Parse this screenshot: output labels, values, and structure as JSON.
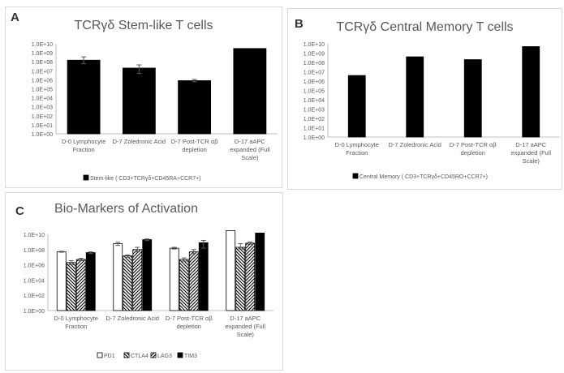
{
  "panels": [
    {
      "label": "A",
      "title": "TCRγδ Stem-like T cells"
    },
    {
      "label": "B",
      "title": "TCRγδ Central Memory T cells"
    },
    {
      "label": "C",
      "title": "Bio-Markers of Activation"
    }
  ],
  "chart_data": [
    {
      "type": "bar",
      "title": "TCRγδ Stem-like T cells",
      "y_scale": "log10",
      "ylim": [
        1,
        10000000000
      ],
      "yticks": [
        "1.0E+10",
        "1.0E+09",
        "1.0E+08",
        "1.0E+07",
        "1.0E+06",
        "1.0E+05",
        "1.0E+04",
        "1.0E+03",
        "1.0E+02",
        "1.0E+01",
        "1.0E+00"
      ],
      "categories": [
        [
          "D-0 Lymphocyte",
          "Fraction"
        ],
        [
          "D-7 Zoledronic   Acid"
        ],
        [
          "D-7 Post-TCR αβ",
          "depletion"
        ],
        [
          "D-17 aAPC",
          "expanded (Full",
          "Scale)"
        ]
      ],
      "series": [
        {
          "name": "Stem-like ( CD3+TCRγδ+CD45RA+CCR7+)",
          "color": "#000000",
          "values": [
            150000000,
            20000000,
            800000,
            3000000000
          ],
          "err_high": [
            350000000,
            45000000,
            1100000,
            3000000000
          ],
          "err_low": [
            60000000,
            5000000,
            600000,
            3000000000
          ]
        }
      ],
      "legend": "bottom",
      "grid": false
    },
    {
      "type": "bar",
      "title": "TCRγδ Central Memory T cells",
      "y_scale": "log10",
      "ylim": [
        1,
        10000000000
      ],
      "yticks": [
        "1.0E+10",
        "1.0E+09",
        "1.0E+08",
        "1.0E+07",
        "1.0E+06",
        "1.0E+05",
        "1.0E+04",
        "1.0E+03",
        "1.0E+02",
        "1.0E+01",
        "1.0E+00"
      ],
      "categories": [
        [
          "D-0 Lymphocyte",
          "Fraction"
        ],
        [
          "D-7 Zoledronic   Acid"
        ],
        [
          "D-7 Post-TCR αβ",
          "depletion"
        ],
        [
          "D-17 aAPC",
          "expanded (Full",
          "Scale)"
        ]
      ],
      "series": [
        {
          "name": "Central Memory ( CD3+TCRγδ+CD45RO+CCR7+)",
          "color": "#000000",
          "values": [
            4000000,
            400000000,
            200000000,
            5000000000
          ]
        }
      ],
      "legend": "bottom",
      "grid": false
    },
    {
      "type": "bar",
      "title": "Bio-Markers of Activation",
      "y_scale": "log10",
      "ylim": [
        1,
        10000000000
      ],
      "yticks": [
        "1.0E+10",
        "1.0E+08",
        "1.0E+06",
        "1.0E+04",
        "1.0E+02",
        "1.0E+00"
      ],
      "categories": [
        [
          "D-0 Lymphocyte",
          "Fraction"
        ],
        [
          "D-7 Zoledronic   Acid"
        ],
        [
          "D-7 Post-TCR αβ",
          "depletion"
        ],
        [
          "D-17 aAPC",
          "expanded (Full",
          "Scale)"
        ]
      ],
      "series": [
        {
          "name": "PD1",
          "fill": "white",
          "values": [
            50000000,
            600000000,
            150000000,
            30000000000
          ],
          "err_high": [
            60000000,
            900000000,
            200000000,
            30000000000
          ],
          "err_low": [
            45000000,
            350000000,
            120000000,
            30000000000
          ]
        },
        {
          "name": "CTLA4",
          "fill": "diag-back",
          "values": [
            2000000,
            15000000,
            5000000,
            200000000
          ],
          "err_high": [
            3500000,
            20000000,
            8000000,
            600000000
          ],
          "err_low": [
            1000000,
            10000000,
            3000000,
            120000000
          ]
        },
        {
          "name": "LAG3",
          "fill": "diag-fwd",
          "values": [
            5000000,
            100000000,
            50000000,
            700000000
          ],
          "err_high": [
            7000000,
            200000000,
            100000000,
            1000000000
          ],
          "err_low": [
            3500000,
            50000000,
            30000000,
            500000000
          ]
        },
        {
          "name": "TIM3",
          "fill": "black",
          "values": [
            40000000,
            2000000000,
            800000000,
            15000000000
          ],
          "err_high": [
            50000000,
            2500000000,
            1600000000,
            15000000000
          ],
          "err_low": [
            30000000,
            1500000000,
            150000000,
            15000000000
          ]
        }
      ],
      "legend": "bottom",
      "grid": false
    }
  ]
}
